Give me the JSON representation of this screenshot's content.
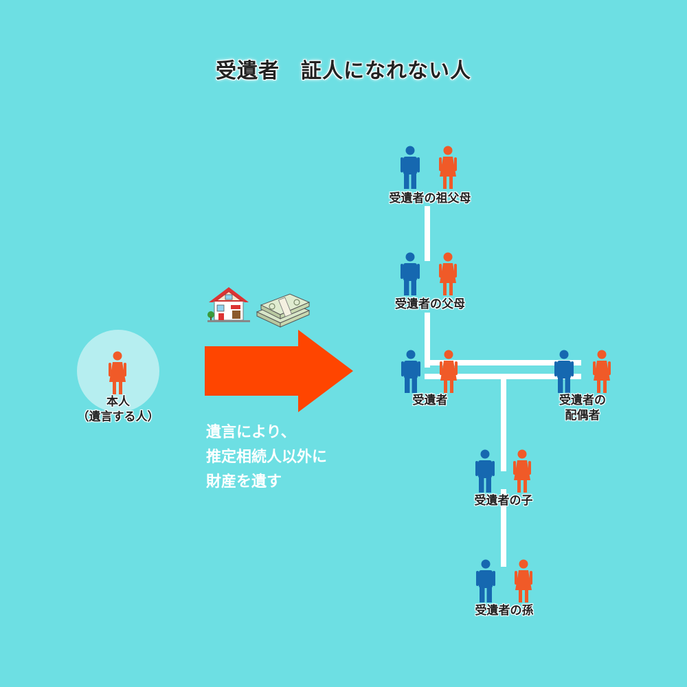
{
  "title": "受遺者　証人になれない人",
  "caption": [
    "遺言により、",
    "推定相続人以外に",
    "財産を遺す"
  ],
  "testator": {
    "label_1": "本人",
    "label_2": "（遺言する人）"
  },
  "nodes": {
    "grandparents": "受遺者の祖父母",
    "parents": "受遺者の父母",
    "legatee": "受遺者",
    "spouse_1": "受遺者の",
    "spouse_2": "配偶者",
    "child": "受遺者の子",
    "grandchild": "受遺者の孫"
  },
  "colors": {
    "male": "#1668b0",
    "female": "#f05a28",
    "arrow": "#ff4500",
    "background": "#6ddfe3"
  },
  "icons": [
    "house-icon",
    "money-bundle-icon",
    "male-person-icon",
    "female-person-icon"
  ]
}
